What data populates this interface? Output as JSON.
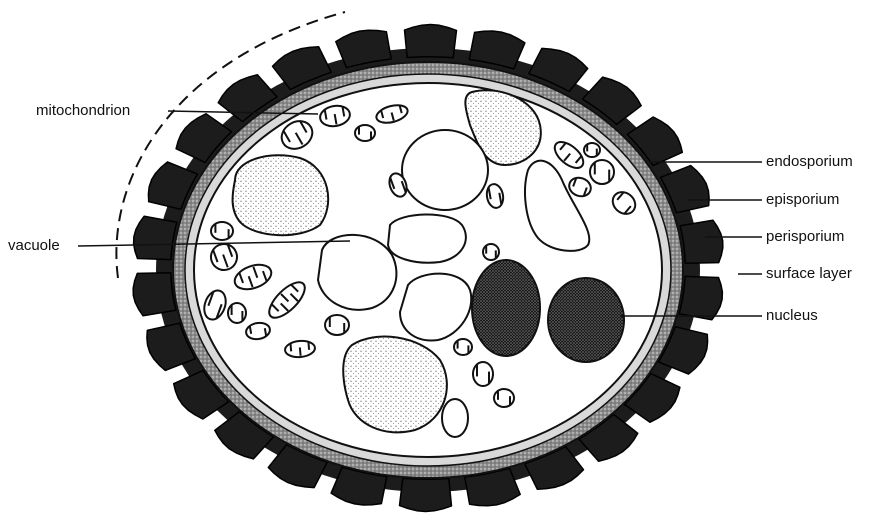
{
  "labels": {
    "mitochondrion": "mitochondrion",
    "vacuole": "vacuole",
    "endosporium": "endosporium",
    "episporium": "episporium",
    "perisporium": "perisporium",
    "surface_layer": "surface layer",
    "nucleus": "nucleus"
  },
  "colors": {
    "ink": "#111111",
    "dark_wall": "#1c1c1c",
    "stipple": "#555555",
    "background": "#ffffff"
  }
}
